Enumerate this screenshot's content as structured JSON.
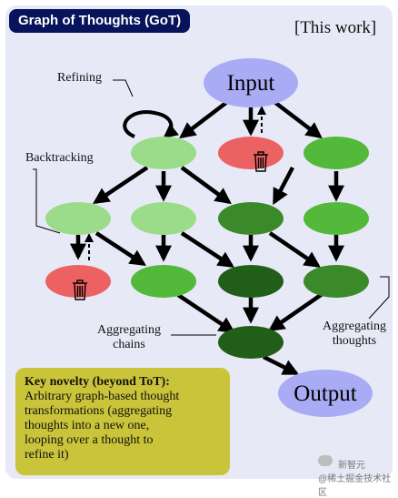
{
  "title": "Graph of Thoughts (GoT)",
  "tag": "[This work]",
  "nodes": {
    "input": "Input",
    "output": "Output"
  },
  "labels": {
    "refining": "Refining",
    "backtracking": "Backtracking",
    "aggregating_chains": [
      "Aggregating",
      "chains"
    ],
    "aggregating_thoughts": [
      "Aggregating",
      "thoughts"
    ]
  },
  "key_novelty": {
    "title": "Key novelty (beyond ToT):",
    "lines": [
      "Arbitrary graph-based thought",
      "transformations (aggregating",
      "thoughts into a new one,",
      "looping over a thought to",
      "refine it)"
    ]
  },
  "watermark": {
    "line1": "新智元",
    "line2": "@稀土掘金技术社区"
  },
  "colors": {
    "panel": "#e8e9f7",
    "title_bg": "#07135a",
    "io_node": "#a9abf5",
    "light_green": "#9bdc8a",
    "mid_green": "#52b93a",
    "dark_green": "#3a8a2a",
    "darkest_green": "#215e18",
    "red": "#ec6262",
    "key_box": "#c9c43a"
  },
  "icons": [
    "trash-icon",
    "loop-arrow-icon"
  ]
}
